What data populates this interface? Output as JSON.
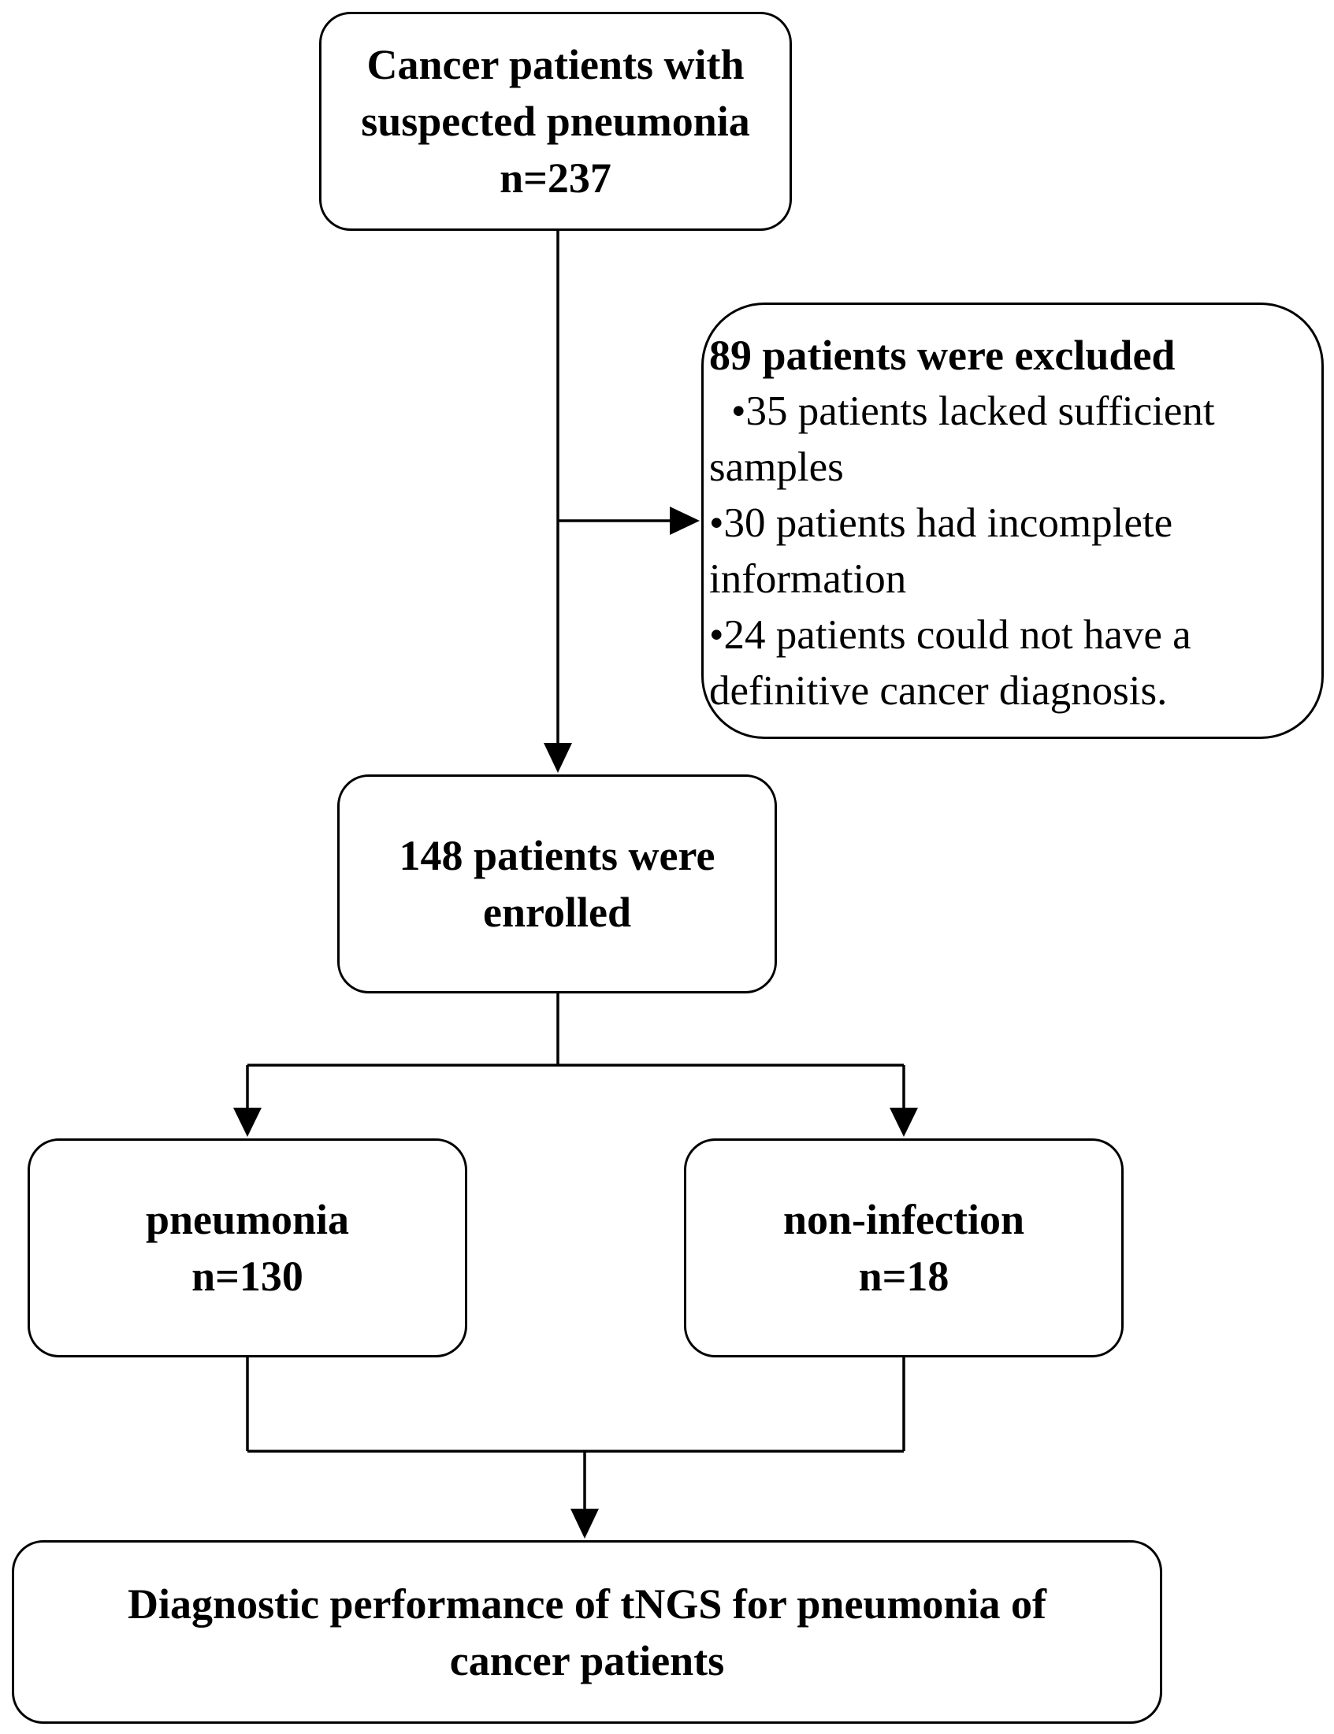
{
  "start_box": {
    "line1": "Cancer patients with",
    "line2": "suspected pneumonia",
    "line3": "n=237"
  },
  "excluded_box": {
    "title": "89 patients were excluded",
    "item1_line1": "•35 patients lacked sufficient",
    "item1_line2": "samples",
    "item2_line1": "•30 patients had incomplete",
    "item2_line2": "information",
    "item3_line1": "•24 patients could not have a",
    "item3_line2": "definitive cancer diagnosis."
  },
  "enrolled_box": {
    "line1": "148 patients were",
    "line2": "enrolled"
  },
  "pneumonia_box": {
    "line1": "pneumonia",
    "line2": "n=130"
  },
  "noninfection_box": {
    "line1": "non-infection",
    "line2": "n=18"
  },
  "final_box": {
    "line1": "Diagnostic performance of tNGS for pneumonia of",
    "line2": "cancer patients"
  },
  "colors": {
    "stroke": "#000000",
    "background": "#ffffff"
  }
}
